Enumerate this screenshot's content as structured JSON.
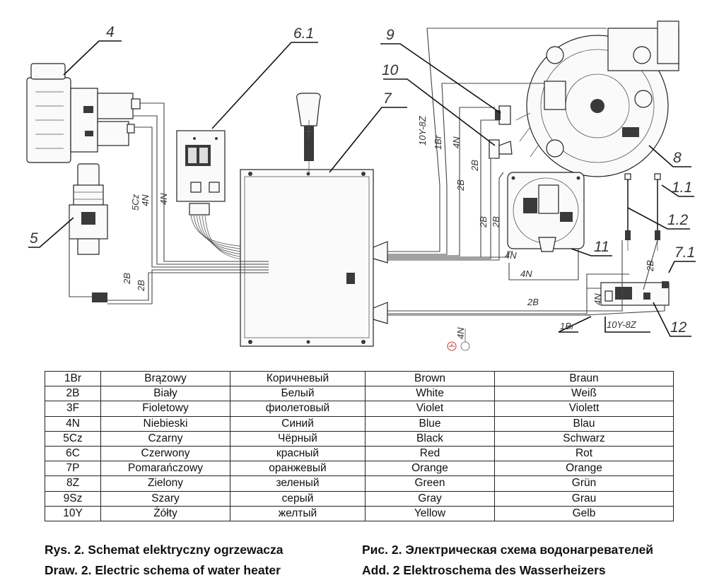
{
  "diagram": {
    "callouts": {
      "c4": "4",
      "c6_1": "6.1",
      "c9": "9",
      "c10": "10",
      "c7": "7",
      "c8": "8",
      "c5": "5",
      "c11": "11",
      "c1_1": "1.1",
      "c1_2": "1.2",
      "c7_1": "7.1",
      "c12": "12"
    },
    "wire_labels": {
      "w5cz": "5Cz",
      "w4n_a": "4N",
      "w4n_b": "4N",
      "w2b_a": "2B",
      "w2b_b": "2B",
      "w10y8z_top": "10Y-8Z",
      "w1br_top": "1Br",
      "w4n_top": "4N",
      "w2b_c": "2B",
      "w2b_d": "2B",
      "w2b_e": "2B",
      "w2b_f": "2B",
      "w4n_pressure": "4N",
      "w4n_box": "4N",
      "w2b_long": "2B",
      "w4n_right": "4N",
      "w2b_right": "2B",
      "w1br_bottom": "1Br",
      "w10y8z_bottom": "10Y-8Z",
      "w4n_ground": "4N"
    }
  },
  "legend": {
    "rows": [
      [
        "1Br",
        "Brązowy",
        "Коричневый",
        "Brown",
        "Braun"
      ],
      [
        "2B",
        "Biały",
        "Белый",
        "White",
        "Weiß"
      ],
      [
        "3F",
        "Fioletowy",
        "фиолетовый",
        "Violet",
        "Violett"
      ],
      [
        "4N",
        "Niebieski",
        "Синий",
        "Blue",
        "Blau"
      ],
      [
        "5Cz",
        "Czarny",
        "Чёрный",
        "Black",
        "Schwarz"
      ],
      [
        "6C",
        "Czerwony",
        "красный",
        "Red",
        "Rot"
      ],
      [
        "7P",
        "Pomarańczowy",
        "оранжевый",
        "Orange",
        "Orange"
      ],
      [
        "8Z",
        "Zielony",
        "зеленый",
        "Green",
        "Grün"
      ],
      [
        "9Sz",
        "Szary",
        "серый",
        "Gray",
        "Grau"
      ],
      [
        "10Y",
        "Żółty",
        "желтый",
        "Yellow",
        "Gelb"
      ]
    ]
  },
  "captions": {
    "pl": "Rys.  2. Schemat elektryczny ogrzewacza",
    "ru": "Рис. 2. Электрическая схема водонагревателей",
    "en": "Draw. 2. Electric schema of water heater",
    "de": "Add. 2   Elektroschema des Wasserheizers"
  }
}
